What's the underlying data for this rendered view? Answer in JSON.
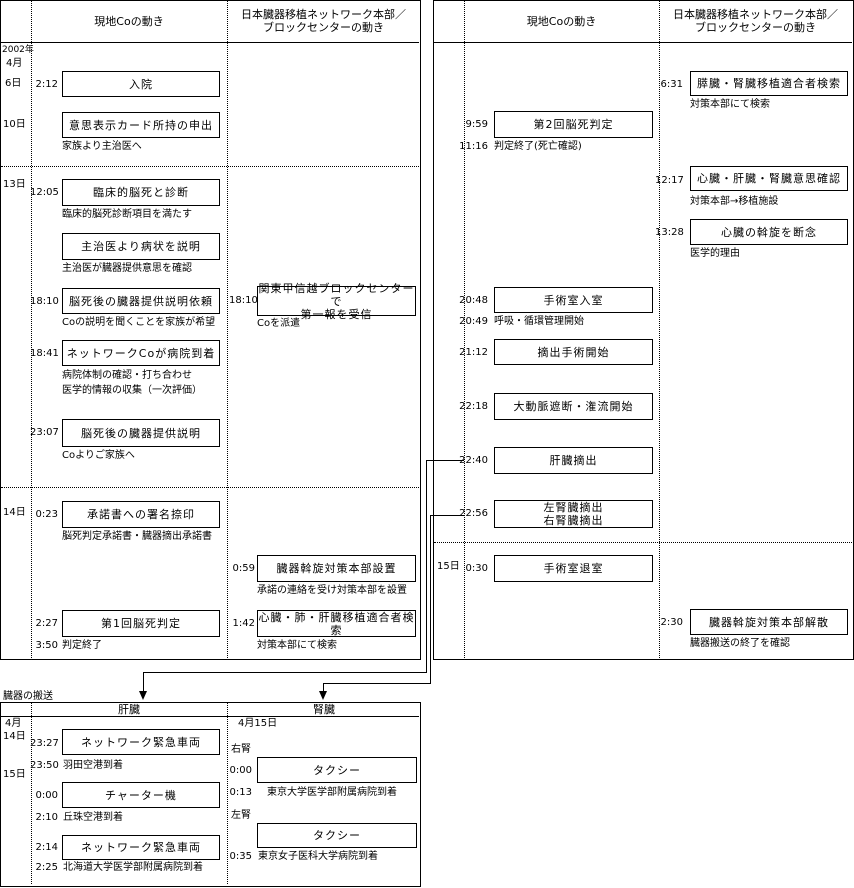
{
  "colors": {
    "foreground": "#000000",
    "background": "#ffffff"
  },
  "left_panel": {
    "header": {
      "local": "現地Coの動き",
      "network": "日本臓器移植ネットワーク本部／\nブロックセンターの動き"
    },
    "dates": {
      "year": "2002年",
      "month": "4月",
      "day6": "6日",
      "day10": "10日",
      "day13": "13日",
      "day14": "14日"
    },
    "local_events": [
      {
        "time": "2:12",
        "label": "入院"
      },
      {
        "label": "意思表示カード所持の申出",
        "note": "家族より主治医へ"
      },
      {
        "time": "12:05",
        "label": "臨床的脳死と診断",
        "note": "臨床的脳死診断項目を満たす"
      },
      {
        "label": "主治医より病状を説明",
        "note": "主治医が臓器提供意思を確認"
      },
      {
        "time": "18:10",
        "label": "脳死後の臓器提供説明依頼",
        "note": "Coの説明を聞くことを家族が希望"
      },
      {
        "time": "18:41",
        "label": "ネットワークCoが病院到着",
        "note": "病院体制の確認・打ち合わせ\n医学的情報の収集（一次評価）"
      },
      {
        "time": "23:07",
        "label": "脳死後の臓器提供説明",
        "note": "Coよりご家族へ"
      },
      {
        "time": "0:23",
        "label": "承諾書への署名捺印",
        "note": "脳死判定承諾書・臓器摘出承諾書"
      },
      {
        "time": "2:27",
        "label": "第1回脳死判定",
        "time2": "3:50",
        "note": "判定終了"
      }
    ],
    "network_events": [
      {
        "time": "18:10",
        "label": "関東甲信越ブロックセンターで\n第一報を受信",
        "note": "Coを派遣"
      },
      {
        "time": "0:59",
        "label": "臓器斡旋対策本部設置",
        "note": "承諾の連絡を受け対策本部を設置"
      },
      {
        "time": "1:42",
        "label": "心臓・肺・肝臓移植適合者検索",
        "note": "対策本部にて検索"
      }
    ]
  },
  "right_panel": {
    "header": {
      "local": "現地Coの動き",
      "network": "日本臓器移植ネットワーク本部／\nブロックセンターの動き"
    },
    "dates": {
      "day15": "15日"
    },
    "local_events": [
      {
        "time": "9:59",
        "label": "第2回脳死判定",
        "time2": "11:16",
        "note": "判定終了(死亡確認)"
      },
      {
        "time": "20:48",
        "label": "手術室入室",
        "time2": "20:49",
        "note": "呼吸・循環管理開始"
      },
      {
        "time": "21:12",
        "label": "摘出手術開始"
      },
      {
        "time": "22:18",
        "label": "大動脈遮断・潅流開始"
      },
      {
        "time": "22:40",
        "label": "肝臓摘出"
      },
      {
        "time": "22:56",
        "label": "左腎臓摘出\n右腎臓摘出"
      },
      {
        "time": "0:30",
        "label": "手術室退室"
      }
    ],
    "network_events": [
      {
        "time": "6:31",
        "label": "膵臓・腎臓移植適合者検索",
        "note": "対策本部にて検索"
      },
      {
        "time": "12:17",
        "label": "心臓・肝臓・腎臓意思確認",
        "note": "対策本部→移植施設"
      },
      {
        "time": "13:28",
        "label": "心臓の斡旋を断念",
        "note": "医学的理由"
      },
      {
        "time": "2:30",
        "label": "臓器斡旋対策本部解散",
        "note": "臓器搬送の終了を確認"
      }
    ]
  },
  "transport": {
    "title": "臓器の搬送",
    "headers": {
      "liver": "肝臓",
      "kidney": "腎臓"
    },
    "dates": {
      "month": "4月",
      "day14": "14日",
      "day15": "15日",
      "kidney_date": "4月15日",
      "right_kidney": "右腎",
      "left_kidney": "左腎"
    },
    "liver_events": [
      {
        "time": "23:27",
        "label": "ネットワーク緊急車両",
        "time2": "23:50",
        "note": "羽田空港到着"
      },
      {
        "time": "0:00",
        "label": "チャーター機",
        "time2": "2:10",
        "note": "丘珠空港到着"
      },
      {
        "time": "2:14",
        "label": "ネットワーク緊急車両",
        "time2": "2:25",
        "note": "北海道大学医学部附属病院到着"
      }
    ],
    "kidney_events": [
      {
        "time": "0:00",
        "label": "タクシー",
        "time2": "0:13",
        "note": "東京大学医学部附属病院到着"
      },
      {
        "label": "タクシー",
        "time2": "0:35",
        "note": "東京女子医科大学病院到着"
      }
    ]
  }
}
